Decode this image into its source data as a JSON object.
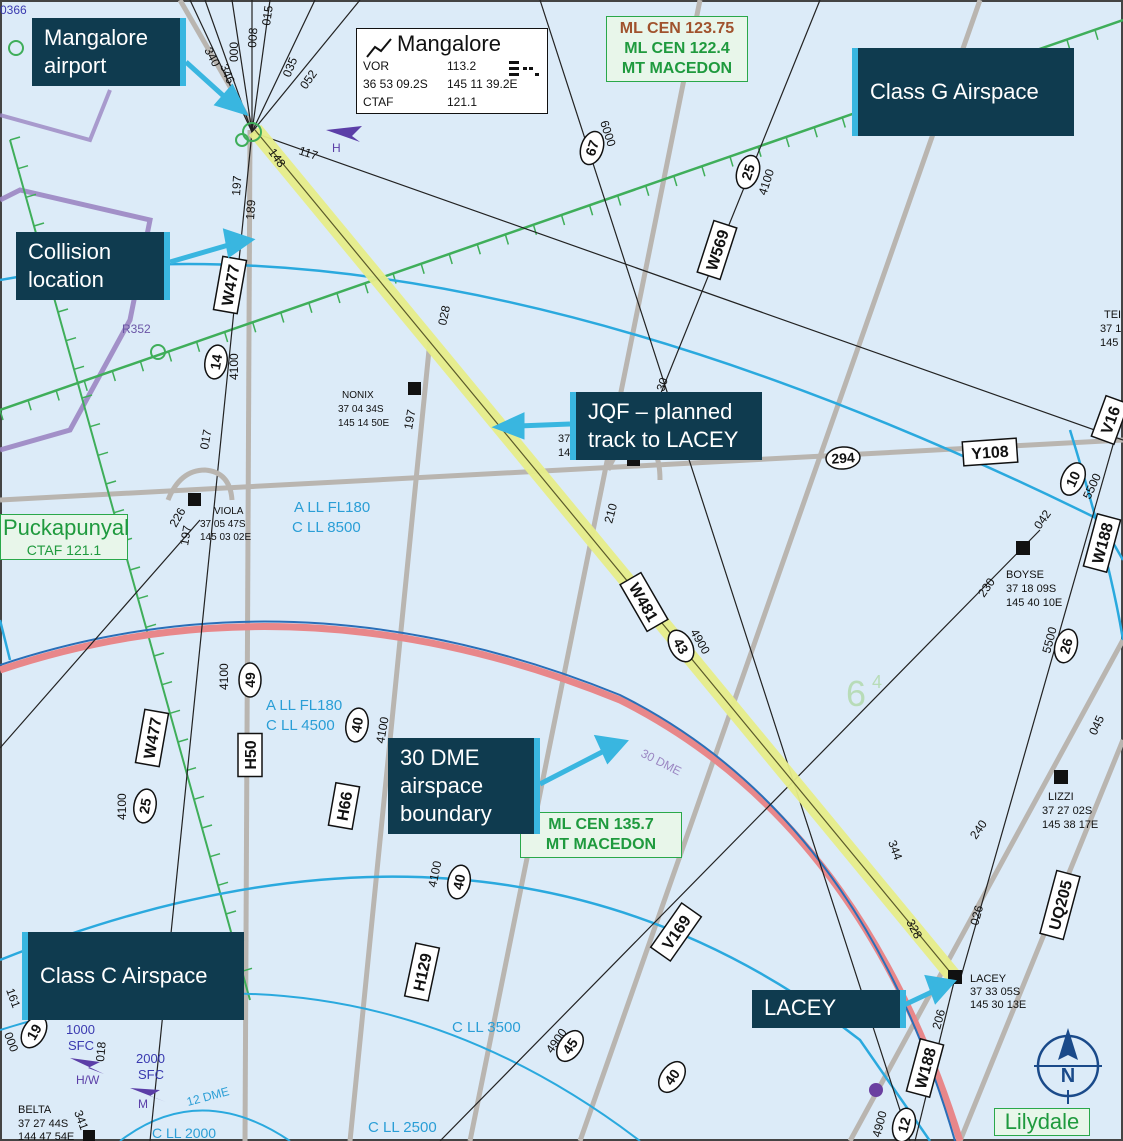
{
  "callouts": {
    "mangalore_airport": [
      "Mangalore",
      "airport"
    ],
    "class_g": "Class G Airspace",
    "collision": [
      "Collision",
      "location"
    ],
    "jqf": [
      "JQF – planned",
      "track to LACEY"
    ],
    "dme_boundary": [
      "30 DME",
      "airspace",
      "boundary"
    ],
    "class_c": "Class C Airspace",
    "lacey": "LACEY"
  },
  "vor_box": {
    "name": "Mangalore",
    "vor_label": "VOR",
    "vor_freq": "113.2",
    "coords_lat": "36 53 09.2S",
    "coords_lon": "145 11 39.2E",
    "ctaf_label": "CTAF",
    "ctaf_freq": "121.1"
  },
  "frequency_boxes": {
    "top": [
      "ML CEN 123.75",
      "ML CEN 122.4",
      "MT MACEDON"
    ],
    "bottom": [
      "ML CEN 135.7",
      "MT MACEDON"
    ],
    "puckapunyal": [
      "Puckapunyal",
      "CTAF 121.1"
    ],
    "lilydale": "Lilydale"
  },
  "waypoints": {
    "nonix": [
      "NONIX",
      "37 04 34S",
      "145 14 50E"
    ],
    "viola": [
      "VIOLA",
      "37 05 47S",
      "145 03 02E"
    ],
    "boyse": [
      "BOYSE",
      "37 18 09S",
      "145 40 10E"
    ],
    "lizzi": [
      "LIZZI",
      "37 27 02S",
      "145 38 17E"
    ],
    "lacey": [
      "LACEY",
      "37 33 05S",
      "145 30 13E"
    ],
    "belta": [
      "BELTA",
      "37 27 44S",
      "144 47 54E"
    ]
  },
  "route_labels": {
    "w477_top": "W477",
    "w477_bottom": "W477",
    "w569": "W569",
    "w481": "W481",
    "w188_right": "W188",
    "w188_bottom": "W188",
    "y108": "Y108",
    "v169_bottom": "V169",
    "v169_right": "V16",
    "uq205": "UQ205",
    "h50": "H50",
    "h66": "H66",
    "h129": "H129"
  },
  "distance_ovals": [
    "67",
    "25",
    "14",
    "294",
    "43",
    "49",
    "40",
    "40",
    "25",
    "10",
    "26",
    "45",
    "40",
    "12",
    "19"
  ],
  "airspace_text": {
    "a_ll_fl180_1": "A LL FL180",
    "c_ll_8500": "C LL 8500",
    "a_ll_fl180_2": "A LL FL180",
    "c_ll_4500": "C LL 4500",
    "c_ll_3500": "C LL 3500",
    "c_ll_2500": "C LL 2500",
    "c_ll_2000": "C LL 2000",
    "dme30": "30 DME",
    "dme12": "12 DME",
    "lsalt": "6",
    "lsalt_sup": "4"
  },
  "misc_numbers": {
    "r352": "R352",
    "h": "H",
    "hw": "H/W",
    "m": "M",
    "alt_1000": "1000",
    "sfc1": "SFC",
    "alt_2000": "2000",
    "sfc2": "SFC",
    "t_366": "0366",
    "radial_340": "340",
    "radial_346": "346",
    "radial_000": "000",
    "radial_008": "008",
    "radial_015": "015",
    "radial_035": "035",
    "radial_052": "052",
    "radial_148": "148",
    "radial_117": "117",
    "radial_197": "197",
    "radial_189": "189",
    "t_6000": "6000",
    "t_4100_a": "4100",
    "t_4100_b": "4100",
    "t_4100_c": "4100",
    "t_4100_d": "4100",
    "t_4100_e": "4100",
    "t_4100_f": "4100",
    "t_028": "028",
    "t_197b": "197",
    "t_30": "30",
    "t_210": "210",
    "t_017": "017",
    "t_226": "226",
    "t_197c": "197",
    "t_4900_a": "4900",
    "t_4900_b": "4900",
    "t_4900_c": "4900",
    "t_230": "230",
    "t_042": "042",
    "t_5500_a": "5500",
    "t_5500_b": "5500",
    "t_344": "344",
    "t_328": "328",
    "t_240": "240",
    "t_026": "026",
    "t_045": "045",
    "t_206": "206",
    "t_018": "018",
    "t_161": "161",
    "t_341": "341",
    "t_000b": "000",
    "ten_left": "TEI",
    "ten_37": "37 1",
    "ten_145": "145",
    "t_37": "37",
    "t_14": "14"
  },
  "compass": {
    "letter": "N"
  },
  "colors": {
    "sea": "#dcebf8",
    "route_grey": "#b9b5b0",
    "airspace_blue": "#2aa9de",
    "class_g_green": "#3fae5a",
    "restricted_purple": "#9b86c2",
    "dme_red": "#e8878a",
    "track_yellow": "#e7ee8a",
    "callout_bg": "#0f3b4f",
    "callout_bar": "#39b6e0"
  }
}
